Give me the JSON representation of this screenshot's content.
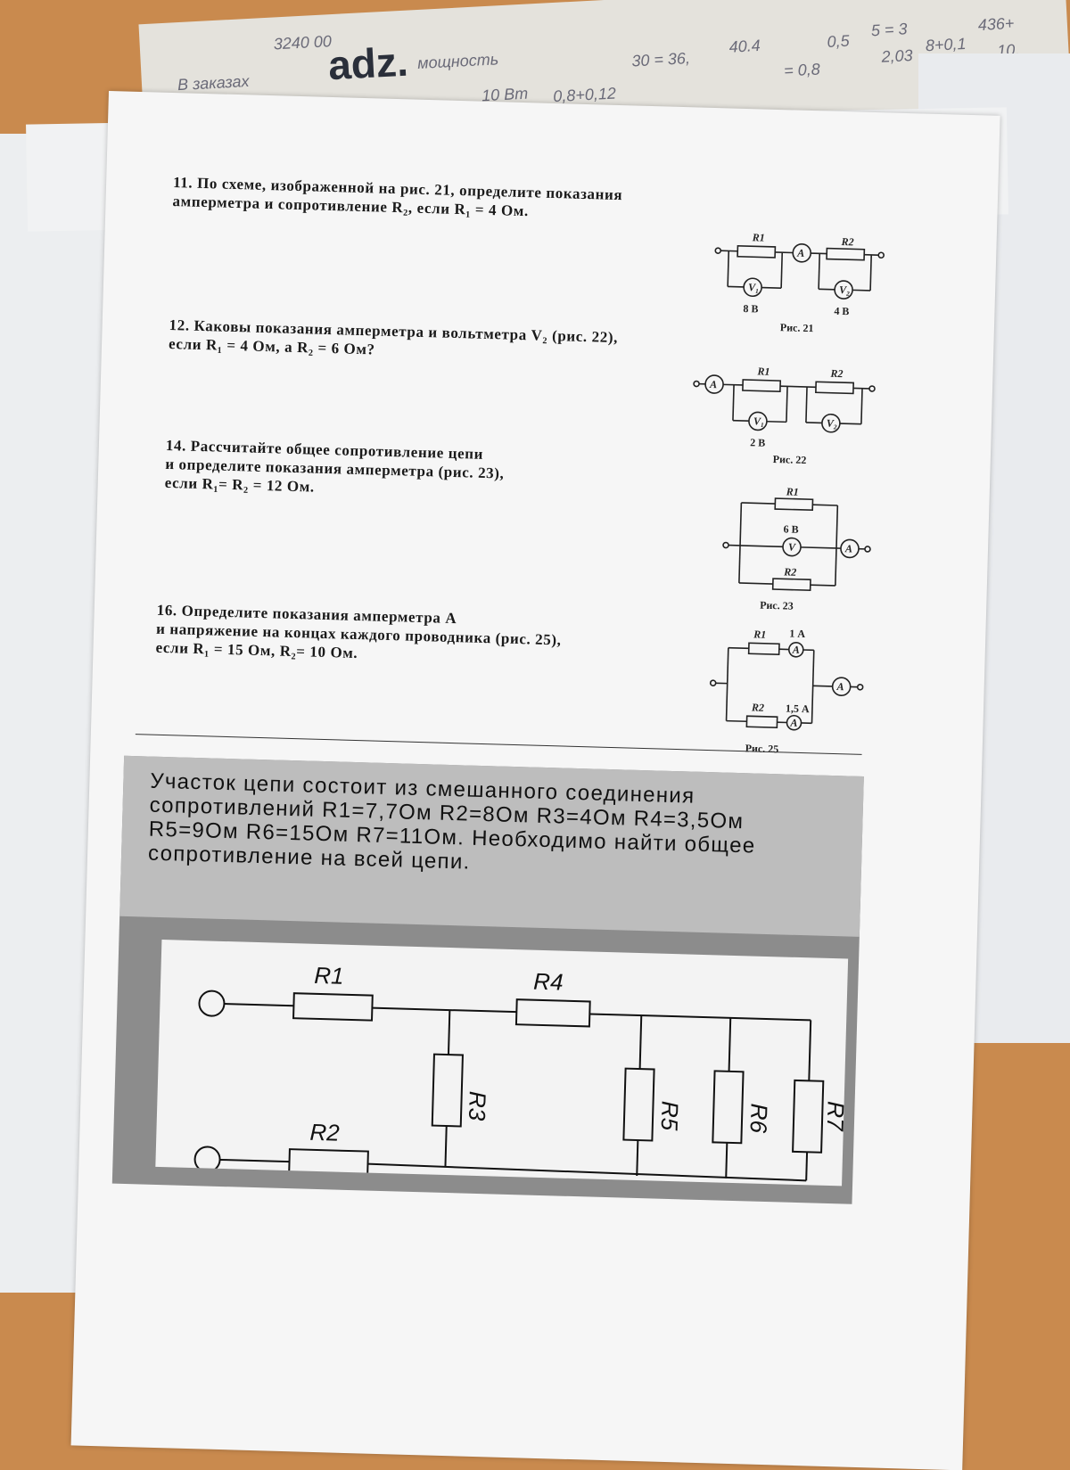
{
  "background_notebook": {
    "snippets": [
      "В заказах",
      "3240 00",
      "adz.",
      "мощность",
      "10 Вт",
      "0,8+0,12",
      "30 = 36,",
      "40.4",
      "= 0,8",
      "0,5",
      "5 = 3",
      "2,03",
      "8+0,1",
      "436+",
      "10,"
    ]
  },
  "problems": [
    {
      "lines": [
        "11. По схеме, изображенной на рис. 21, определите показания",
        "амперметра и сопротивление R₂, если R₁ = 4 Ом."
      ]
    },
    {
      "lines": [
        "12. Каковы показания амперметра и вольтметра V₂ (рис. 22),",
        "если R₁ = 4 Ом, а R₂ = 6 Ом?"
      ]
    },
    {
      "lines": [
        "14. Рассчитайте общее сопротивление цепи",
        "и определите показания амперметра (рис. 23),",
        "если R₁= R₂ = 12 Ом."
      ]
    },
    {
      "lines": [
        "16. Определите показания амперметра А",
        "и напряжение на концах каждого проводника (рис. 25),",
        "если R₁ = 15 Ом, R₂= 10 Ом."
      ]
    }
  ],
  "figures": {
    "fig21": {
      "r1": "R1",
      "r2": "R2",
      "a": "A",
      "v1": "V₁",
      "v2": "V₂",
      "v1_value": "8 В",
      "v2_value": "4 В",
      "caption": "Рис. 21"
    },
    "fig22": {
      "r1": "R1",
      "r2": "R2",
      "a": "A",
      "v1": "V₁",
      "v2": "V₂",
      "v1_value": "2 В",
      "caption": "Рис. 22"
    },
    "fig23": {
      "r1": "R1",
      "r2": "R2",
      "a": "A",
      "v": "V",
      "v_value": "6 В",
      "caption": "Рис. 23"
    },
    "fig25": {
      "r1": "R1",
      "r2": "R2",
      "a": "A",
      "a1_value": "1 А",
      "a2_value": "1,5 А",
      "caption": "Рис. 25"
    }
  },
  "task": {
    "lines": [
      "Участок цепи состоит из смешанного соединения",
      "сопротивлений R1=7,7Ом R2=8Ом R3=4Ом R4=3,5Ом",
      "R5=9Ом R6=15Ом R7=11Ом. Необходимо найти общее",
      "сопротивление на всей цепи."
    ],
    "circuit_labels": {
      "r1": "R1",
      "r2": "R2",
      "r3": "R3",
      "r4": "R4",
      "r5": "R5",
      "r6": "R6",
      "r7": "R7"
    }
  }
}
